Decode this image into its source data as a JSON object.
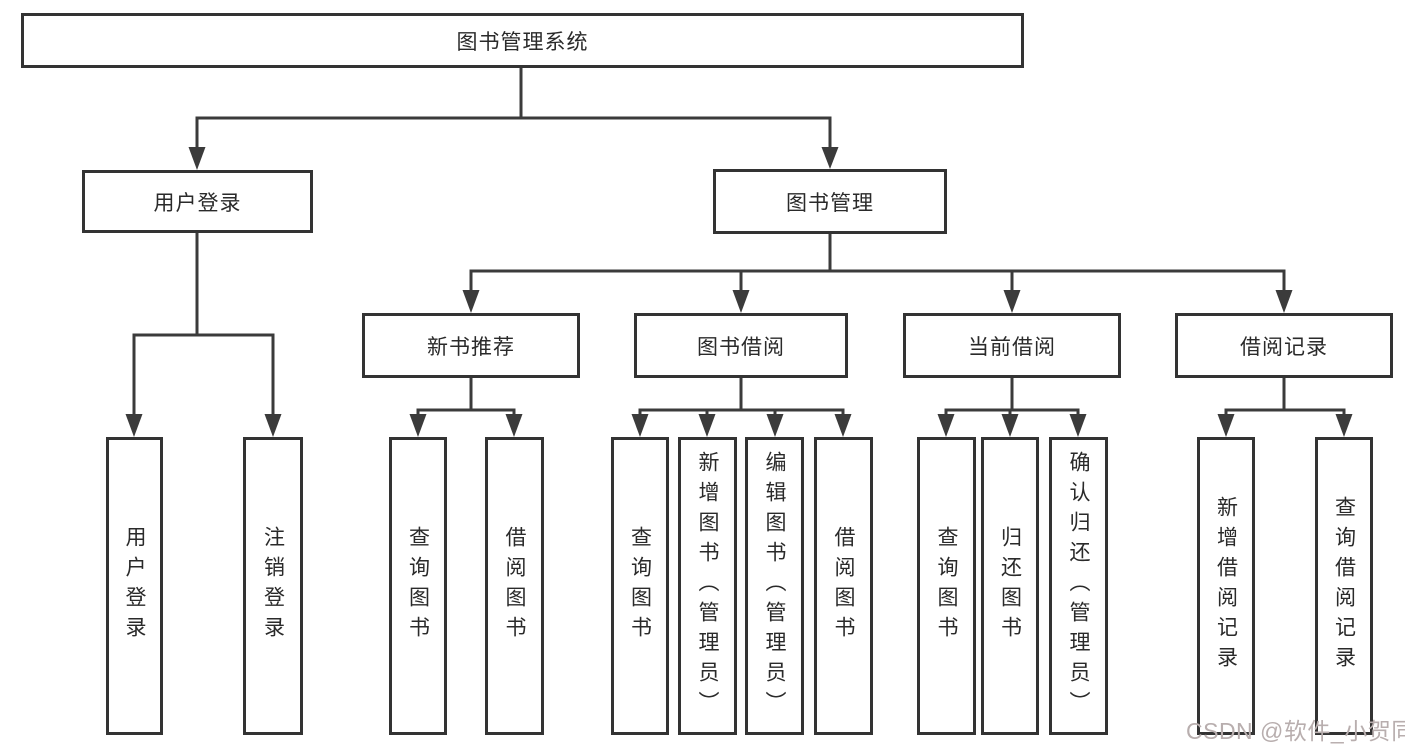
{
  "tree": {
    "root": "图书管理系统",
    "user_login": {
      "label": "用户登录",
      "children": [
        "用户登录",
        "注销登录"
      ]
    },
    "book_mgmt": {
      "label": "图书管理",
      "sections": [
        {
          "label": "新书推荐",
          "children": [
            "查询图书",
            "借阅图书"
          ]
        },
        {
          "label": "图书借阅",
          "children": [
            "查询图书",
            "新增图书（管理员）",
            "编辑图书（管理员）",
            "借阅图书"
          ]
        },
        {
          "label": "当前借阅",
          "children": [
            "查询图书",
            "归还图书",
            "确认归还（管理员）"
          ]
        },
        {
          "label": "借阅记录",
          "children": [
            "新增借阅记录",
            "查询借阅记录"
          ]
        }
      ]
    }
  },
  "watermark": {
    "text": "CSDN @软件_小贺同学"
  },
  "colors": {
    "line": "#3b3b3b",
    "box_border": "#333333",
    "text": "#2a2a2a",
    "background": "#ffffff",
    "watermark": "#b8aeae"
  }
}
